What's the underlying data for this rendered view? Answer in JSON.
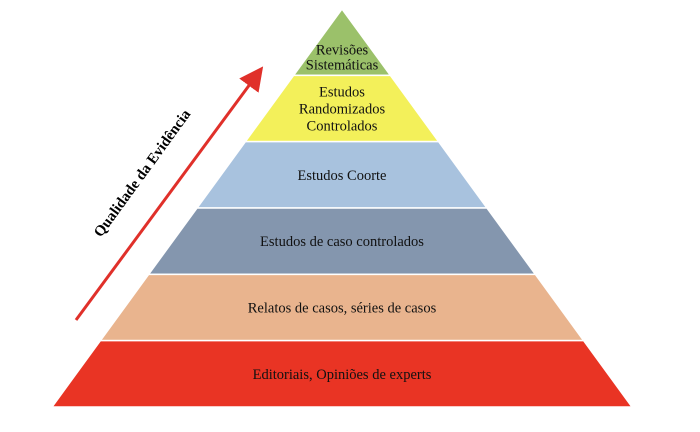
{
  "title_axis": "Qualidade da Evidência",
  "colors": {
    "arrow": "#e0302a"
  },
  "layers": [
    {
      "lines": [
        "Revisões",
        "Sistemáticas"
      ],
      "color": "#9bc16a"
    },
    {
      "lines": [
        "Estudos",
        "Randomizados",
        "Controlados"
      ],
      "color": "#f3f05a"
    },
    {
      "lines": [
        "Estudos Coorte"
      ],
      "color": "#a8c2de"
    },
    {
      "lines": [
        "Estudos de caso controlados"
      ],
      "color": "#8496ae"
    },
    {
      "lines": [
        "Relatos de casos, séries de casos"
      ],
      "color": "#e9b48e"
    },
    {
      "lines": [
        "Editoriais, Opiniões de experts"
      ],
      "color": "#e93424"
    }
  ]
}
